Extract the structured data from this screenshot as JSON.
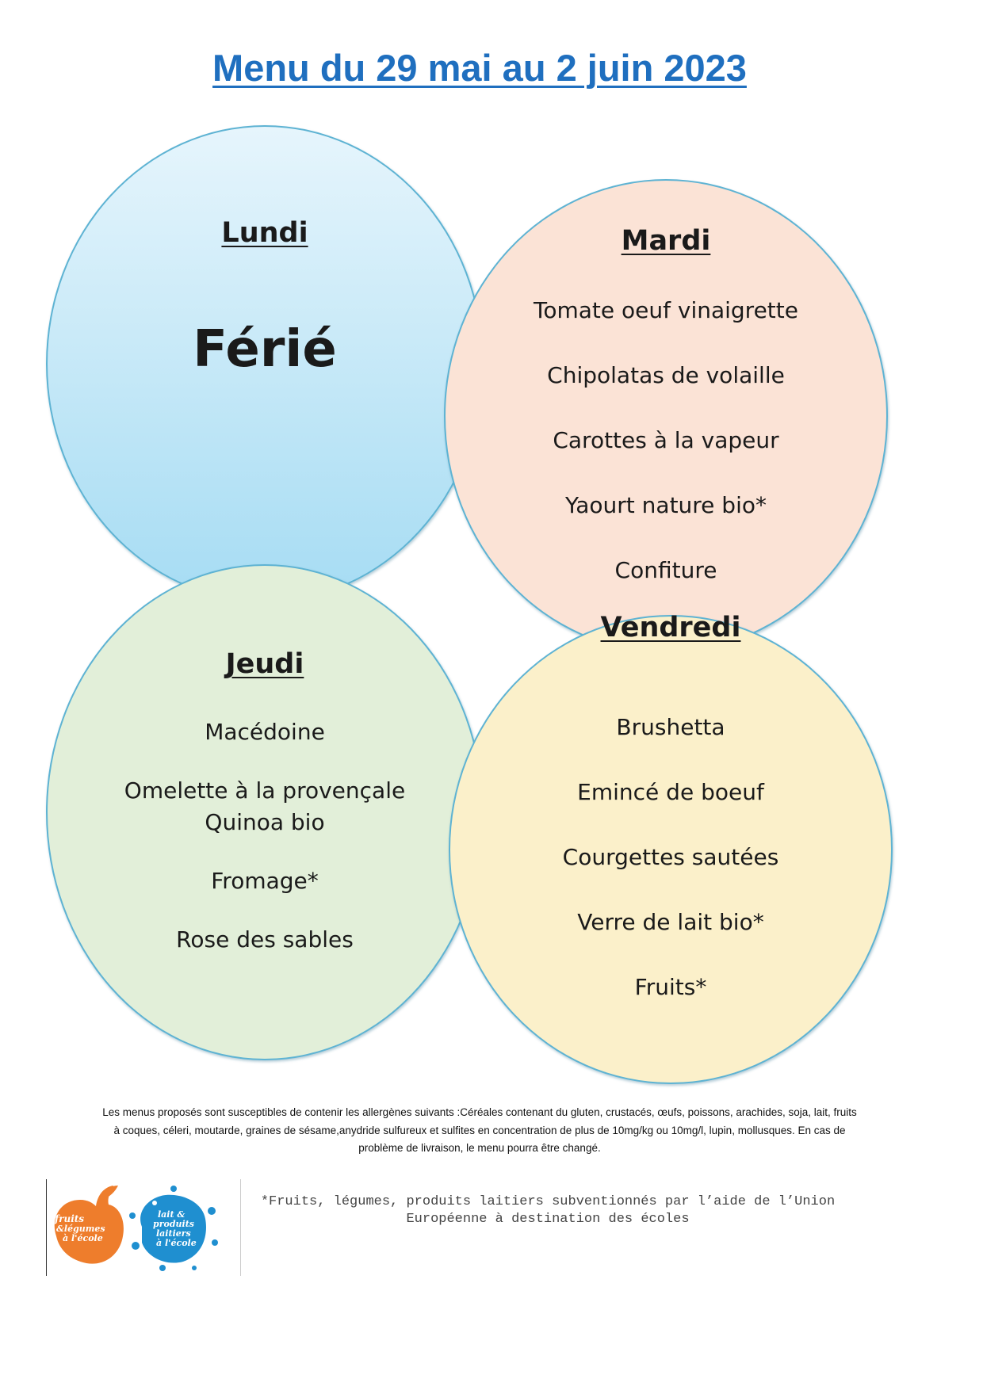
{
  "header": {
    "title": "Menu du 29 mai au 2 juin 2023"
  },
  "days": {
    "lundi": {
      "name": "Lundi",
      "note": "Férié"
    },
    "mardi": {
      "name": "Mardi",
      "items": [
        "Tomate oeuf vinaigrette",
        "Chipolatas de volaille",
        "Carottes à la vapeur",
        "Yaourt nature bio*",
        "Confiture"
      ]
    },
    "jeudi": {
      "name": "Jeudi",
      "items": [
        "Macédoine",
        "Omelette à la provençale",
        "Quinoa bio",
        "Fromage*",
        "Rose des sables"
      ]
    },
    "vendredi": {
      "name": "Vendredi",
      "items": [
        "Brushetta",
        "Emincé de boeuf",
        "Courgettes sautées",
        "Verre de lait bio*",
        "Fruits*"
      ]
    }
  },
  "allergens": {
    "line1": "Les menus proposés sont susceptibles de contenir les allergènes suivants :Céréales contenant du gluten, crustacés, œufs, poissons, arachides, soja, lait, fruits",
    "line2": "à coques, céleri, moutarde, graines de sésame,anydride sulfureux et sulfites en concentration de plus de 10mg/kg ou 10mg/l, lupin, mollusques.     En cas de",
    "line3": "problème de livraison, le menu pourra être changé."
  },
  "logos": {
    "fruits": {
      "line1": "fruits",
      "line2": "&légumes",
      "line3": "à l'école",
      "color": "#ee7d2c"
    },
    "lait": {
      "line1": "lait &",
      "line2": "produits",
      "line3": "laitiers",
      "line4": "à l'école",
      "color": "#1f8fd0"
    }
  },
  "footnote": {
    "line1": "*Fruits, légumes, produits laitiers subventionnés par l’aide de l’Union",
    "line2": "Européenne à destination des écoles"
  }
}
